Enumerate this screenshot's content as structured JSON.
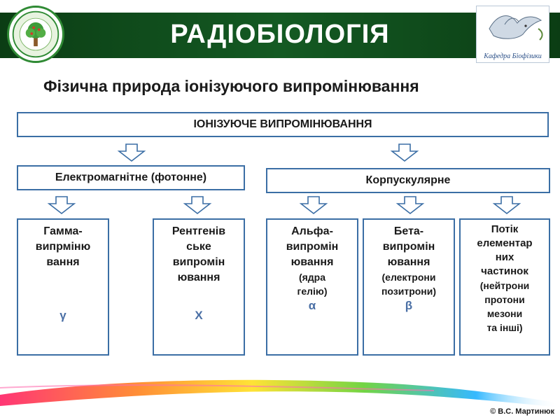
{
  "header": {
    "title": "РАДІОБІОЛОГІЯ",
    "right_logo_text": "Кафедра Біофізики"
  },
  "subtitle": "Фізична природа іонізуючого випромінювання",
  "diagram": {
    "root": "ІОНІЗУЮЧЕ ВИПРОМІНЮВАННЯ",
    "branches": [
      {
        "label": "Електромагнітне (фотонне)",
        "leaves": [
          {
            "lines": [
              "Гамма-",
              "випрміню",
              "вання"
            ],
            "small": [],
            "symbol": "γ"
          },
          {
            "lines": [
              "Рентгенів",
              "ське",
              "випромін",
              "ювання"
            ],
            "small": [],
            "symbol": "X"
          }
        ]
      },
      {
        "label": "Корпускулярне",
        "leaves": [
          {
            "lines": [
              "Альфа-",
              "випромін",
              "ювання"
            ],
            "small": [
              "(ядра",
              "гелію)"
            ],
            "symbol": "α"
          },
          {
            "lines": [
              "Бета-",
              "випромін",
              "ювання"
            ],
            "small": [
              "(електрони",
              "позитрони)"
            ],
            "symbol": "β"
          },
          {
            "lines": [
              "Потік",
              "елементар",
              "них",
              "частинок"
            ],
            "small": [
              "(нейтрони",
              "протони",
              "мезони",
              "та інші)"
            ],
            "symbol": ""
          }
        ]
      }
    ]
  },
  "footer": {
    "copyright": "© В.С.  Мартинюк"
  },
  "colors": {
    "header_bg": "#145a23",
    "box_border": "#3b6ea5",
    "symbol": "#4a6fa5"
  }
}
